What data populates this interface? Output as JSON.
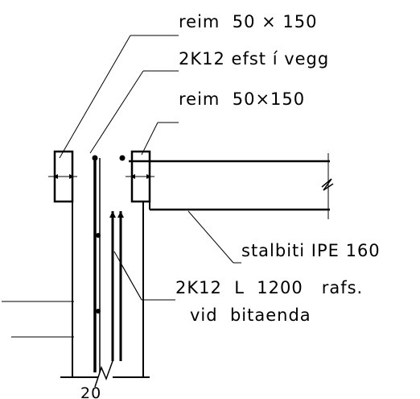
{
  "labels": {
    "reim_top": "reim  50 × 150",
    "rebar_top": "2K12 efst í vegg",
    "reim_second": "reim  50×150",
    "steel_beam": "stalbiti IPE 160",
    "rebar_end_1": "2K12  L  1200   rafs.",
    "rebar_end_2": "vid  bitaenda",
    "dimension": "20"
  }
}
